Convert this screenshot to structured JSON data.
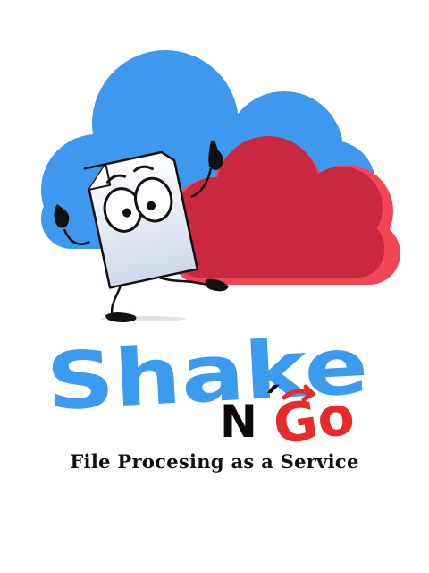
{
  "logo": {
    "word_shake": "Shake",
    "word_n": "N",
    "apostrophe": "´",
    "word_go": "Go",
    "tagline": "File Procesing as a Service"
  },
  "colors": {
    "blue_cloud": "#3d98ee",
    "red_cloud": "#c92840",
    "red_cloud_edge": "#f24656",
    "shake_text": "#3a9bef",
    "n_text": "#0a0a0a",
    "go_text": "#e82a2a",
    "tagline_text": "#111111",
    "paper": "#ffffff"
  },
  "icons": [
    "blue-cloud-icon",
    "red-cloud-icon",
    "paper-mascot-icon",
    "go-arrow-icon"
  ]
}
